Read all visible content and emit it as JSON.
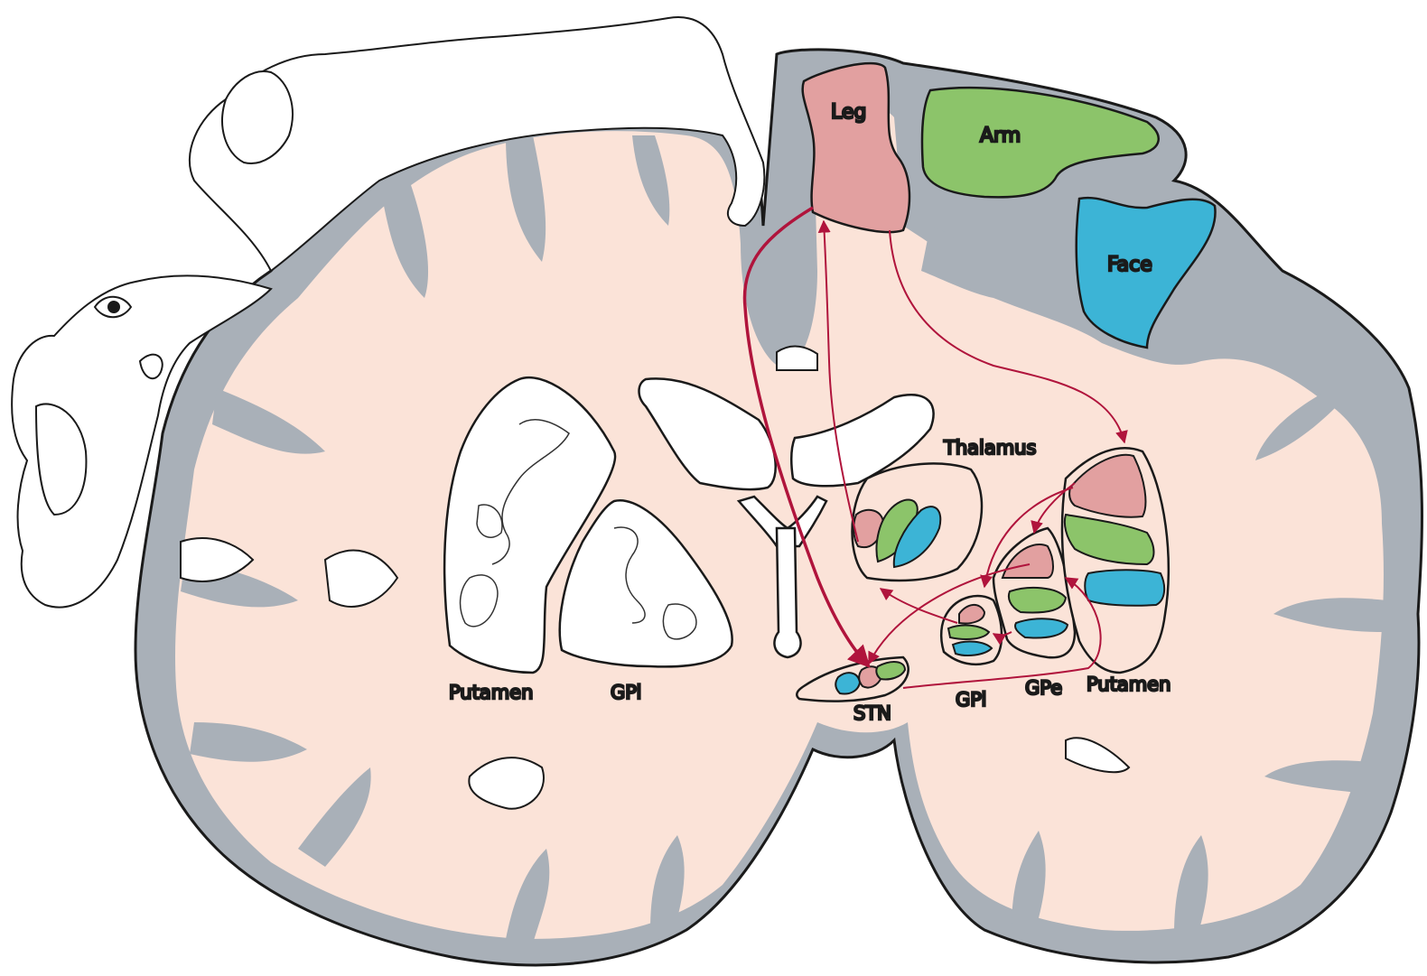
{
  "labels": {
    "leg": "Leg",
    "arm": "Arm",
    "face": "Face",
    "thalamus": "Thalamus",
    "putamen_left": "Putamen",
    "gpi_left": "GPi",
    "stn": "STN",
    "gpi_right": "GPi",
    "gpe": "GPe",
    "putamen_right": "Putamen"
  },
  "colors": {
    "white_matter": "#fbe3d8",
    "gray_matter": "#a9b0b8",
    "outline": "#1a1a1a",
    "leg": "#e2a0a0",
    "arm": "#8cc46a",
    "face": "#3cb4d6",
    "pathway": "#b0143c"
  }
}
